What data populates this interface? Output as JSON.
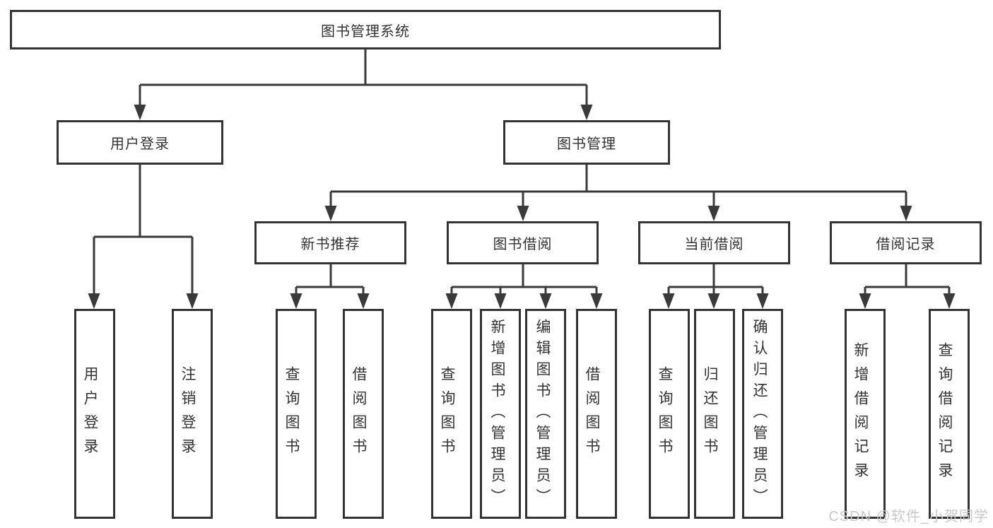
{
  "diagram": {
    "root": "图书管理系统",
    "level2": {
      "user_login": "用户登录",
      "book_management": "图书管理"
    },
    "user_login_children": {
      "login": "用户登录",
      "logout": "注销登录"
    },
    "book_management_children": {
      "new_book_recommend": "新书推荐",
      "book_borrowing": "图书借阅",
      "current_borrowing": "当前借阅",
      "borrowing_records": "借阅记录"
    },
    "new_book_recommend_children": {
      "query_books": "查询图书",
      "borrow_books": "借阅图书"
    },
    "book_borrowing_children": {
      "query_books": "查询图书",
      "add_books_admin": "新增图书（管理员）",
      "edit_books_admin": "编辑图书（管理员）",
      "borrow_books": "借阅图书"
    },
    "current_borrowing_children": {
      "query_books": "查询图书",
      "return_books": "归还图书",
      "confirm_return_admin": "确认归还（管理员）"
    },
    "borrowing_records_children": {
      "add_borrow_record": "新增借阅记录",
      "query_borrow_record": "查询借阅记录"
    }
  },
  "watermark": "CSDN @软件_小贺同学",
  "colors": {
    "line": "#3a3a3a",
    "box_border": "#333333",
    "box_fill": "#ffffff",
    "text": "#333333",
    "watermark": "#c9c9c9"
  }
}
